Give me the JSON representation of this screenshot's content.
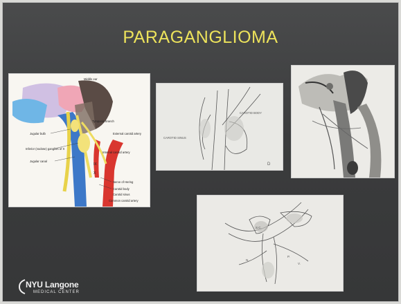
{
  "slide": {
    "title": "PARAGANGLIOMA"
  },
  "panels": {
    "anatomy": {
      "labels": {
        "middle_ear": "Middle ear",
        "tympanic_branch": "Tympanic branch",
        "ext_carotid": "External carotid artery",
        "int_carotid": "Internal carotid artery",
        "jugular_bulb": "Jugular bulb",
        "carotid_body": "Carotid body",
        "carotid_sinus": "Carotid sinus",
        "common_carotid": "Common carotid artery",
        "nerve_hering": "Nerve of Hering",
        "vagus_ganglion": "Inferior (nodose) ganglion of X",
        "jugular_canal": "Jugular canal",
        "roman_ix": "IX",
        "roman_x": "X"
      }
    },
    "sketch_carotid": {
      "labels": {
        "carotid_sinus": "CAROTID SINUS",
        "carotid_body": "CAROTID BODY",
        "letter": "D"
      }
    },
    "sketch_lower": {
      "labels": {
        "a": "S.C.",
        "b": "N.",
        "c": "P.",
        "d": "V."
      }
    }
  },
  "footer": {
    "logo_word": "NYU Langone",
    "logo_sub": "MEDICAL CENTER"
  }
}
